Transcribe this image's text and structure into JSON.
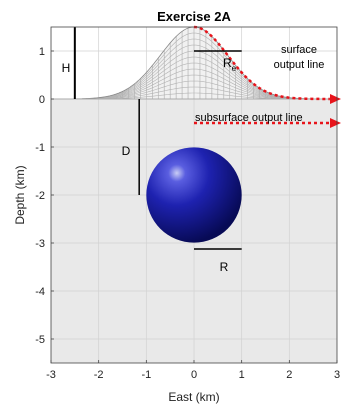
{
  "chart_data": {
    "type": "line",
    "title": "Exercise 2A",
    "xlabel": "East (km)",
    "ylabel": "Depth (km)",
    "xlim": [
      -3,
      3
    ],
    "ylim": [
      -5.5,
      1.5
    ],
    "xticks": [
      -3,
      -2,
      -1,
      0,
      1,
      2,
      3
    ],
    "xtick_labels": [
      "-3",
      "-2",
      "-1",
      "0",
      "1",
      "2",
      "3"
    ],
    "yticks": [
      1,
      0,
      -1,
      -2,
      -3,
      -4,
      -5
    ],
    "ytick_labels": [
      "1",
      "0",
      "-1",
      "-2",
      "-3",
      "-4",
      "-5"
    ],
    "grid": true,
    "topography": {
      "shape": "gaussian",
      "center_x": 0,
      "height_km": 1.5,
      "half_width_km": 1.0
    },
    "surface_output_line": {
      "x": [
        0,
        0.25,
        0.5,
        0.75,
        1.0,
        1.25,
        1.5,
        1.75,
        2.0,
        2.5,
        3.0
      ],
      "color": "#e8141b"
    },
    "subsurface_output_line": {
      "x_range": [
        0,
        3
      ],
      "y": -0.5,
      "color": "#e8141b"
    },
    "sphere": {
      "center_x": 0,
      "center_depth_km": -2,
      "radius_km": 1,
      "color": "#1a1aa8"
    },
    "annotations": {
      "H": "H",
      "D": "D",
      "R": "R",
      "Re": "R",
      "Re_sub": "e",
      "surface_label_line1": "surface",
      "surface_label_line2": "output line",
      "subsurface_label": "subsurface output line"
    }
  }
}
